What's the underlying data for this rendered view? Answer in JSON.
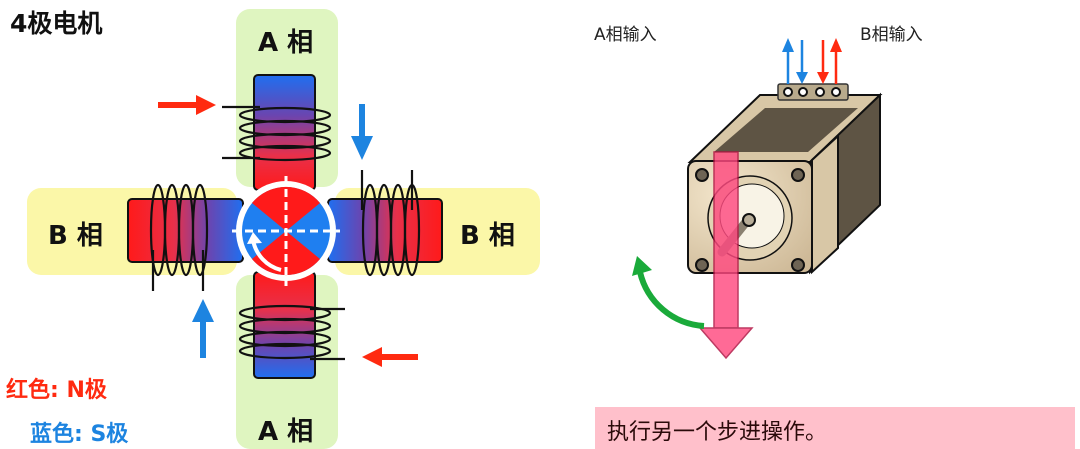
{
  "left_panel": {
    "title": "4极电机",
    "phase_a_top": "A 相",
    "phase_a_bottom": "A 相",
    "phase_b_left": "B 相",
    "phase_b_right": "B 相",
    "legend": {
      "red": "红色: N极",
      "blue": "蓝色: S极"
    }
  },
  "right_panel": {
    "input_a": "A相输入",
    "input_b": "B相输入",
    "caption": "执行另一个步进操作。"
  },
  "colors": {
    "north": "#ff1a1a",
    "south": "#1f7ff0",
    "phase_a_bg": "#dff5c0",
    "phase_b_bg": "#fbf7a8",
    "caption_bg": "#ffc0cb",
    "rotation_arrow": "#1aaa3a",
    "step_arrow": "#ff5a8a"
  }
}
